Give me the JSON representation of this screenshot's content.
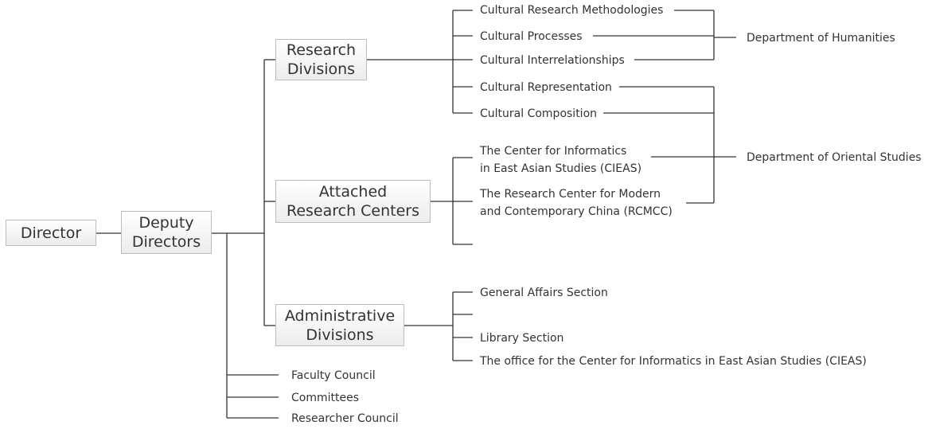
{
  "boxes": {
    "director": [
      "Director"
    ],
    "deputy_directors": [
      "Deputy",
      "Directors"
    ],
    "research_divisions": [
      "Research",
      "Divisions"
    ],
    "attached_research_centers": [
      "Attached",
      "Research Centers"
    ],
    "administrative_divisions": [
      "Administrative",
      "Divisions"
    ]
  },
  "research_divisions_items": [
    "Cultural Research Methodologies",
    "Cultural Processes",
    "Cultural Interrelationships",
    "Cultural Representation",
    "Cultural Composition"
  ],
  "attached_research_centers_items": [
    [
      "The Center for Informatics",
      "in East Asian Studies (CIEAS)"
    ],
    [
      "The Research Center for Modern",
      "and Contemporary China (RCMCC)"
    ]
  ],
  "administrative_divisions_items": [
    "General Affairs Section",
    "Library Section",
    "The office for the Center for Informatics in East Asian Studies (CIEAS)"
  ],
  "departments": [
    "Department of Humanities",
    "Department of Oriental Studies"
  ],
  "councils": [
    "Faculty Council",
    "Committees",
    "Researcher Council"
  ],
  "colors": {
    "line": "#333333",
    "box_border": "#bdbdbd",
    "box_fill_top": "#ffffff",
    "box_fill_bottom": "#ececec"
  }
}
